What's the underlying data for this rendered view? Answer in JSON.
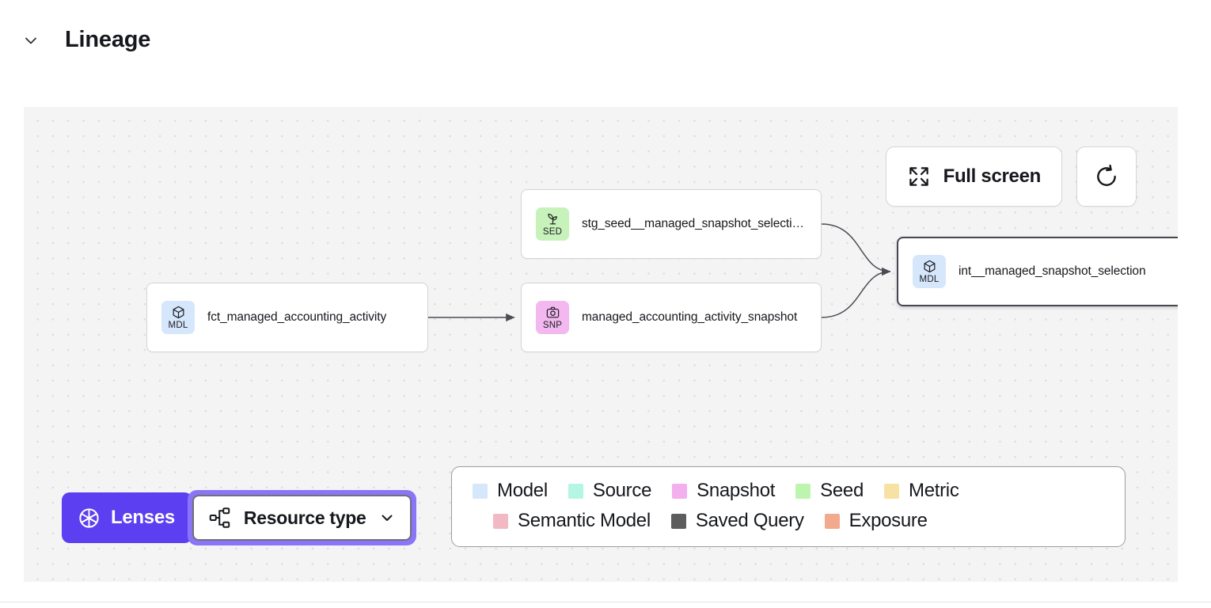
{
  "section": {
    "title": "Lineage",
    "toggle_icon": "chevron-down-icon"
  },
  "toolbar": {
    "full_screen": {
      "label": "Full screen",
      "icon": "expand-icon"
    },
    "refresh": {
      "label": "",
      "icon": "refresh-icon"
    }
  },
  "graph": {
    "nodes": [
      {
        "id": "fct",
        "label": "fct_managed_accounting_activity",
        "abbr": "MDL",
        "type": "model",
        "icon": "cube-icon",
        "selected": false
      },
      {
        "id": "stg",
        "label": "stg_seed__managed_snapshot_selecti…",
        "abbr": "SED",
        "type": "seed",
        "icon": "sprout-icon",
        "selected": false
      },
      {
        "id": "snp",
        "label": "managed_accounting_activity_snapshot",
        "abbr": "SNP",
        "type": "snapshot",
        "icon": "camera-icon",
        "selected": false
      },
      {
        "id": "int",
        "label": "int__managed_snapshot_selection",
        "abbr": "MDL",
        "type": "model",
        "icon": "cube-icon",
        "selected": true
      }
    ],
    "edges": [
      {
        "from": "fct",
        "to": "snp"
      },
      {
        "from": "stg",
        "to": "int"
      },
      {
        "from": "snp",
        "to": "int"
      }
    ]
  },
  "controls": {
    "lenses": {
      "label": "Lenses",
      "icon": "aperture-icon",
      "color": "#5b3ff0"
    },
    "resource_type": {
      "label": "Resource type",
      "icon": "hierarchy-icon",
      "chevron": "chevron-down-icon",
      "focused": true
    }
  },
  "legend": {
    "row1": [
      {
        "label": "Model",
        "color": "#d6e6fb"
      },
      {
        "label": "Source",
        "color": "#b4f5e4"
      },
      {
        "label": "Snapshot",
        "color": "#f2b0ee"
      },
      {
        "label": "Seed",
        "color": "#bdf5ae"
      },
      {
        "label": "Metric",
        "color": "#f7e2a4"
      }
    ],
    "row2": [
      {
        "label": "Semantic Model",
        "color": "#f2b8c4"
      },
      {
        "label": "Saved Query",
        "color": "#5d5d5d"
      },
      {
        "label": "Exposure",
        "color": "#f3a98e"
      }
    ]
  }
}
